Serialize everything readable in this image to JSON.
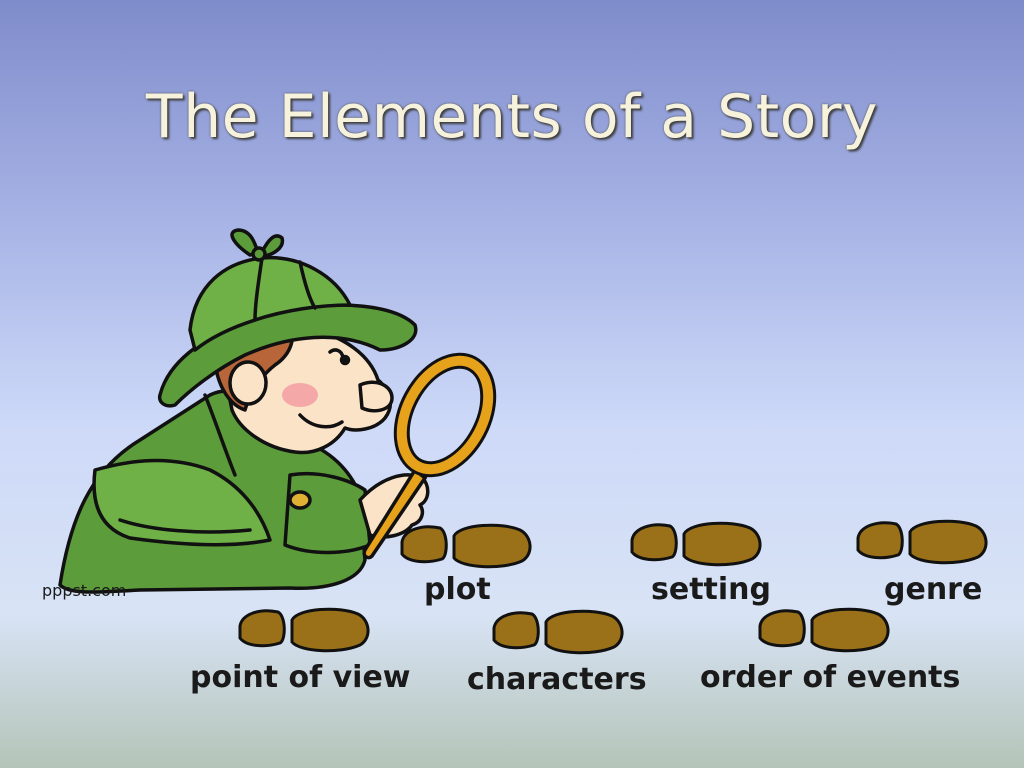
{
  "slide": {
    "title": "The Elements of a Story",
    "credit": "pppst.com",
    "labels": {
      "plot": "plot",
      "setting": "setting",
      "genre": "genre",
      "point_of_view": "point of view",
      "characters": "characters",
      "order_of_events": "order of events"
    }
  },
  "colors": {
    "footprint": "#9a7118",
    "coat": "#5c9c3a",
    "magnifier": "#e7a21c",
    "hair": "#b8653a"
  },
  "icons": [
    "detective-illustration",
    "magnifying-glass-icon",
    "footprint-icon"
  ]
}
